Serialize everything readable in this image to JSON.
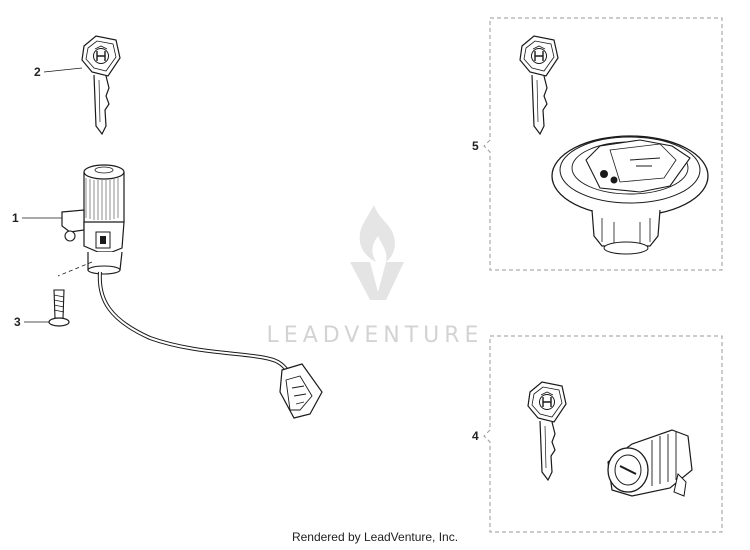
{
  "callouts": {
    "item1": "1",
    "item2": "2",
    "item3": "3",
    "item4": "4",
    "item5": "5"
  },
  "watermark": {
    "text": "LEADVENTURE",
    "color": "#cfcfcf"
  },
  "footer": {
    "text": "Rendered by LeadVenture, Inc."
  },
  "colors": {
    "line": "#1a1a1a",
    "dashed_frame": "#9a9a9a",
    "key_logo": "#1a1a1a"
  },
  "icons": {
    "key": "key-icon",
    "ignition_switch": "ignition-switch-icon",
    "screw": "screw-icon",
    "fuel_cap": "fuel-cap-icon",
    "lock_cylinder": "lock-cylinder-icon",
    "flame_logo": "flame-logo-icon"
  }
}
